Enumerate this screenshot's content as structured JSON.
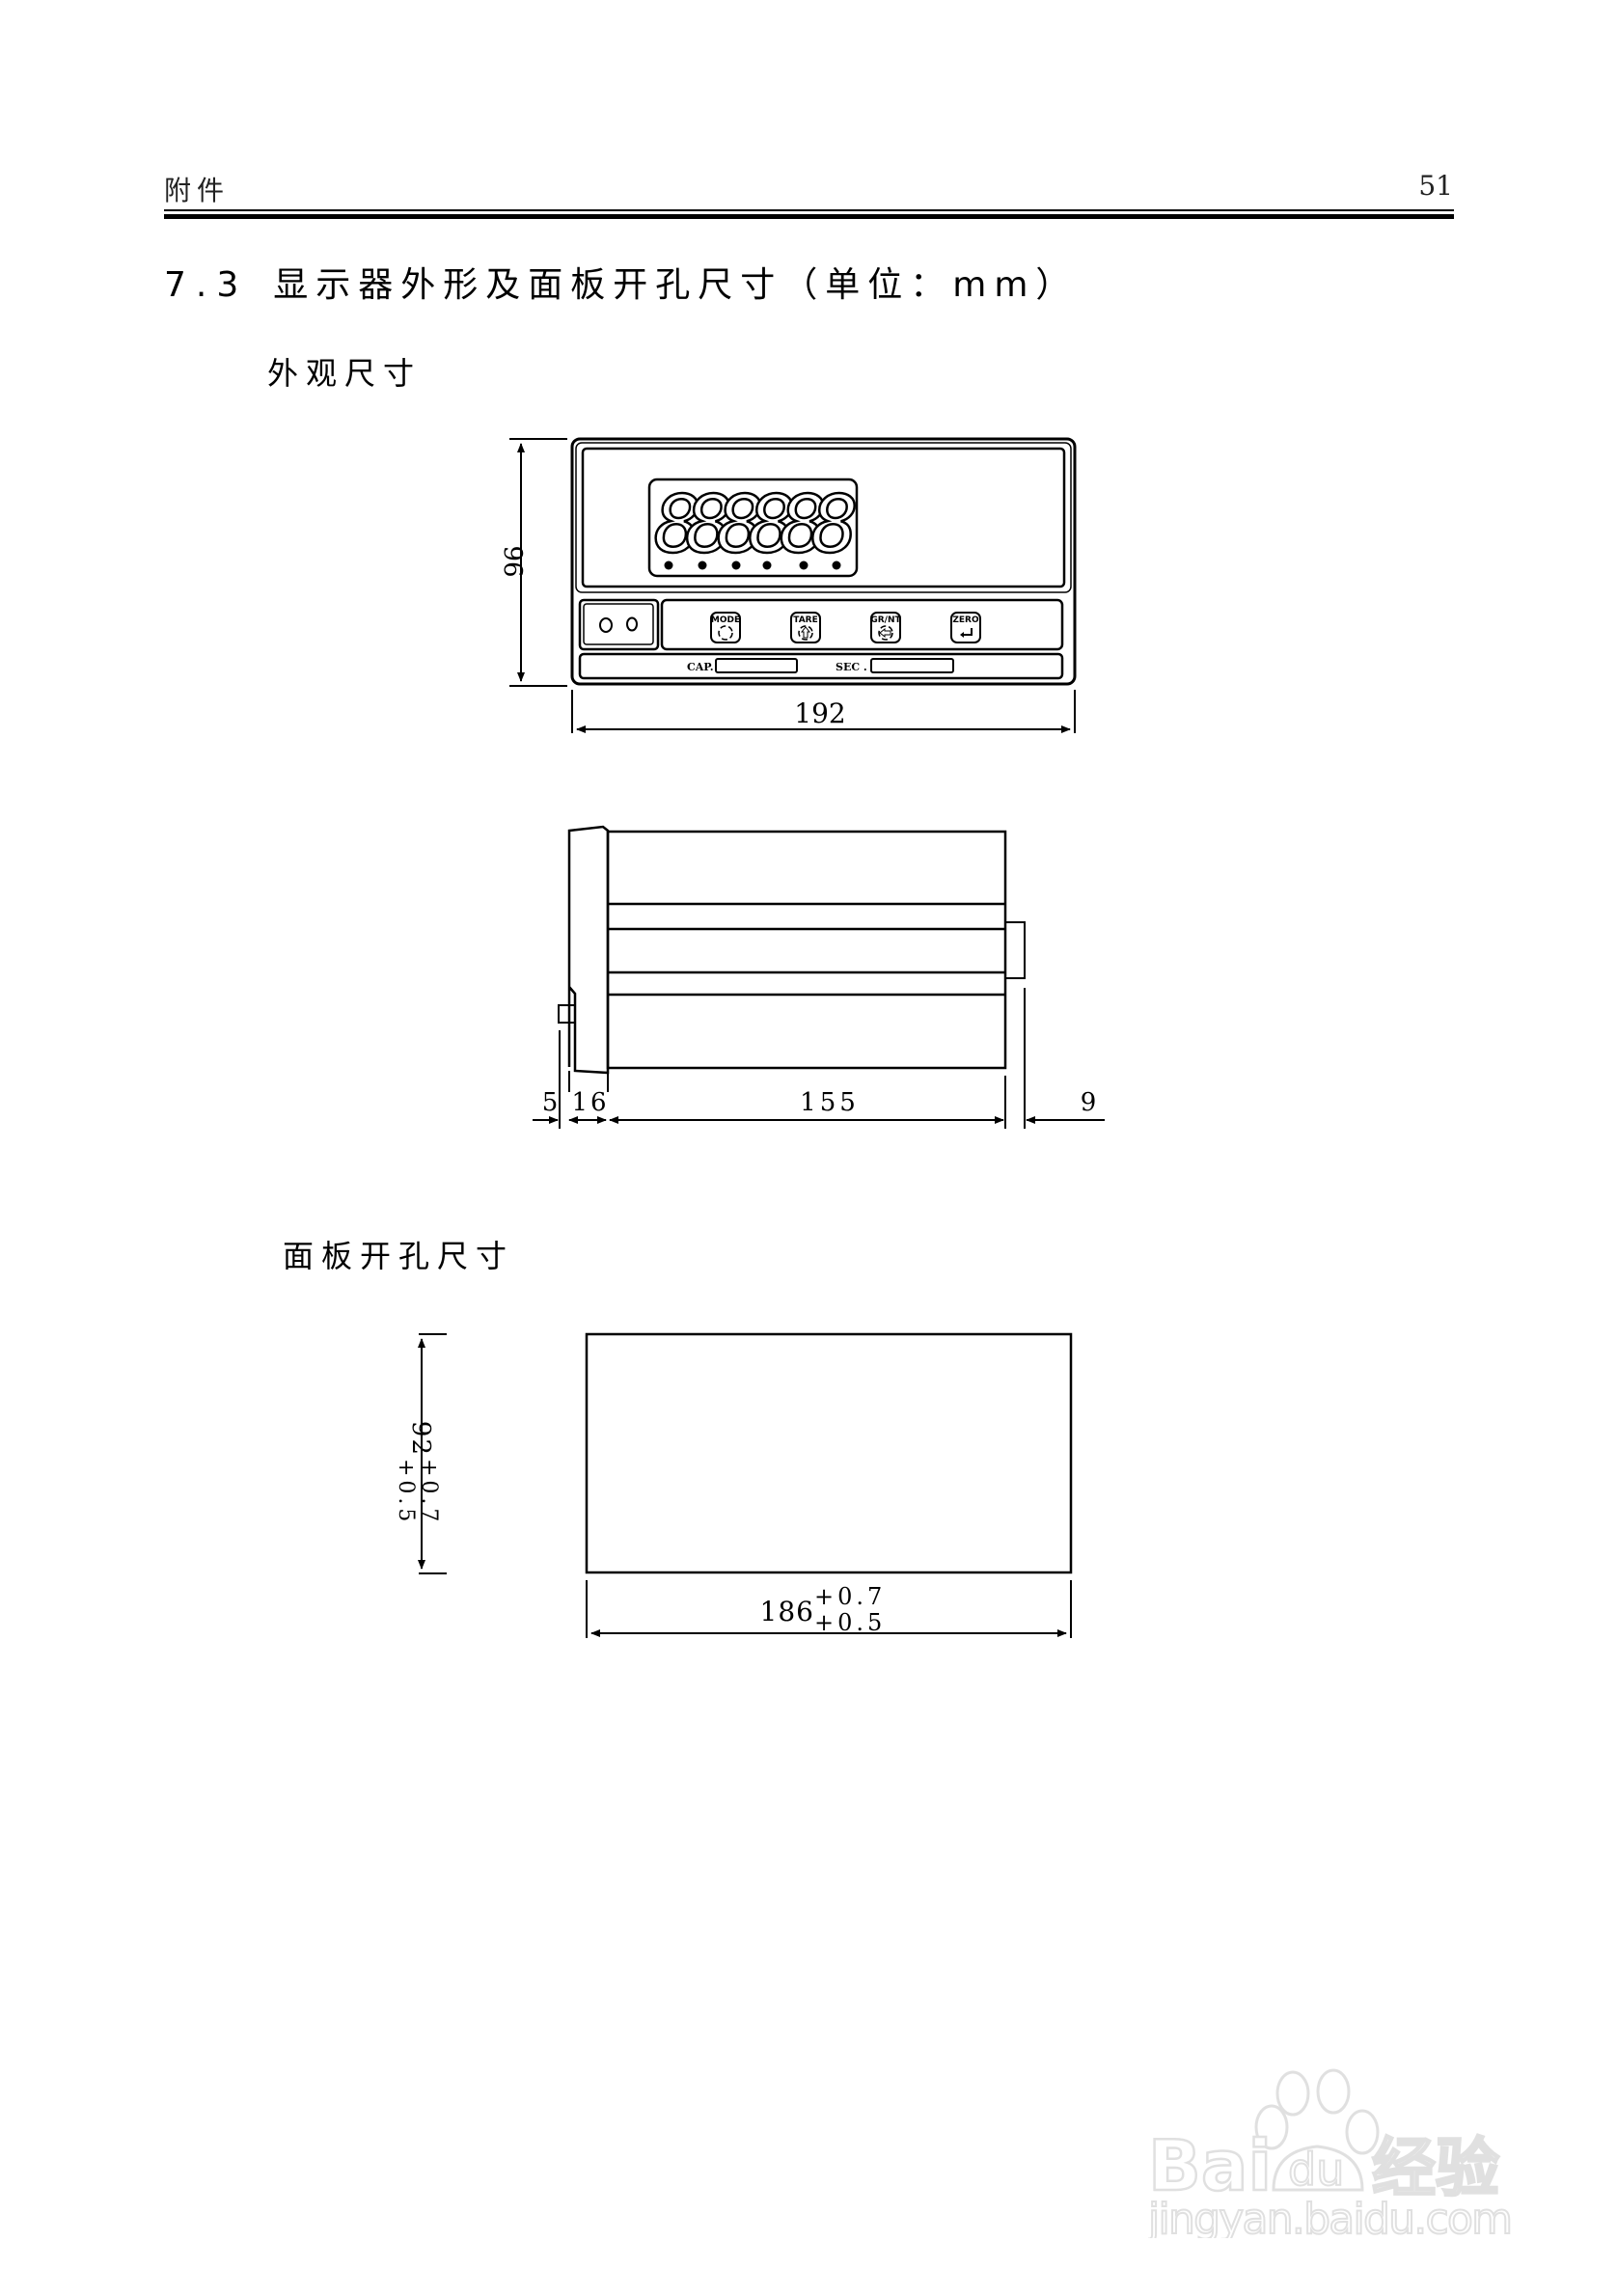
{
  "header": {
    "section": "附件",
    "page_number": "51"
  },
  "title": {
    "number": "7.3",
    "text": "显示器外形及面板开孔尺寸（单位：mm）"
  },
  "sections": {
    "exterior": {
      "heading": "外观尺寸"
    },
    "cutout": {
      "heading": "面板开孔尺寸"
    }
  },
  "front_view": {
    "display_digits": "888888",
    "indicator_count": 6,
    "buttons": [
      {
        "label": "MODE",
        "icon": "cycle-icon"
      },
      {
        "label": "TARE",
        "icon": "up-arrow-cycle-icon"
      },
      {
        "label": "GR/NT",
        "icon": "left-arrow-cycle-icon"
      },
      {
        "label": "ZERO",
        "icon": "enter-arrow-icon"
      }
    ],
    "label_cap": "CAP.",
    "label_sec": "SEC.",
    "dim_height": "96",
    "dim_width": "192"
  },
  "side_view": {
    "dims": [
      "5",
      "16",
      "155",
      "9"
    ]
  },
  "cutout_view": {
    "height_base": "92",
    "height_tol_upper": "+0.7",
    "height_tol_lower": "+0.5",
    "width_base": "186",
    "width_tol_upper": "+0.7",
    "width_tol_lower": "+0.5"
  },
  "watermark": {
    "brand": "Baidu经验",
    "url": "jingyan.baidu.com"
  }
}
